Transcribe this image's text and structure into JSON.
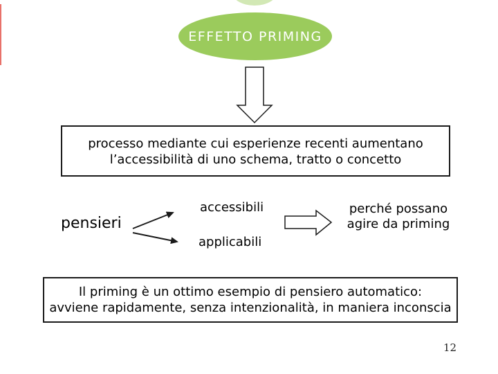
{
  "slide": {
    "page_number": "12",
    "colors": {
      "ellipse_green": "#9bcb5c",
      "edge_accent_red": "#e8716a",
      "text": "#000000",
      "background": "#ffffff"
    },
    "title": {
      "label": "EFFETTO PRIMING"
    },
    "definition_box": {
      "line1": "processo mediante cui esperienze recenti aumentano",
      "line2": "l’accessibilità di uno schema, tratto o concetto"
    },
    "flow": {
      "source": "pensieri",
      "branch_top": "accessibili",
      "branch_bottom": "applicabili",
      "outcome_line1": "perché possano",
      "outcome_line2": "agire da priming"
    },
    "conclusion_box": {
      "line1": "Il priming è un ottimo esempio di pensiero automatico:",
      "line2": "avviene rapidamente, senza intenzionalità, in maniera inconscia"
    },
    "icons": {
      "down_arrow": "down-block-arrow",
      "right_arrow": "right-block-arrow",
      "branch_upper": "arrow-up-right",
      "branch_lower": "arrow-down-right"
    }
  }
}
